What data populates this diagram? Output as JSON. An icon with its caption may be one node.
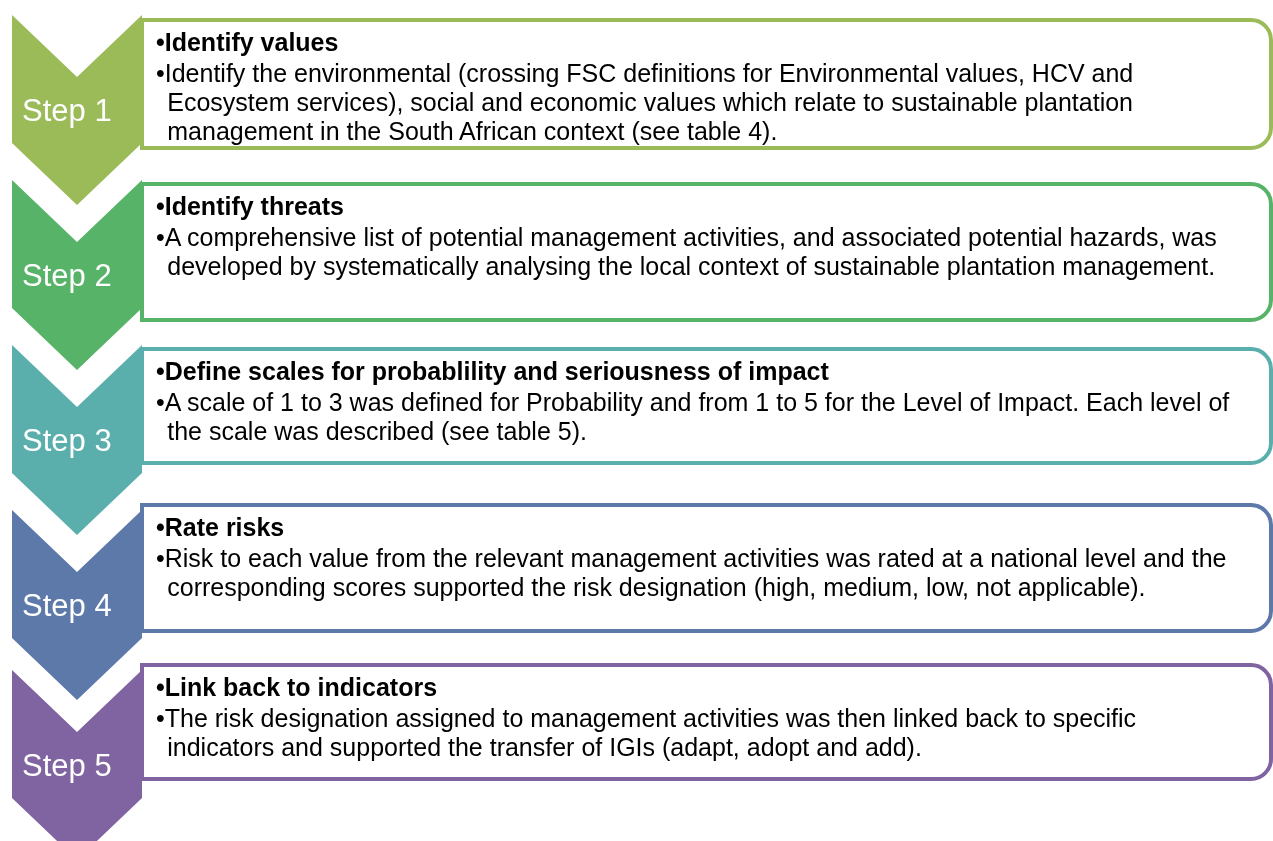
{
  "diagram": {
    "nodes": [
      {
        "text": [
          "Step 1"
        ]
      },
      {
        "text": [
          "•Identify values",
          "•Identify the environmental (crossing FSC definitions for Environmental values, HCV and Ecosystem services), social and economic values which relate to sustainable plantation management in the South African context (see table 4)."
        ]
      },
      {
        "text": [
          "Step 2"
        ]
      },
      {
        "text": [
          "•Identify threats",
          "•A comprehensive list of potential management activities, and associated potential hazards, was developed by systematically analysing the local context of sustainable plantation management."
        ]
      },
      {
        "text": [
          "Step 3"
        ]
      },
      {
        "text": [
          "•Define scales for probablility and seriousness of impact",
          "•A scale of 1 to 3 was defined for Probability and from 1 to 5 for the Level of Impact. Each level of the scale was described (see table 5)."
        ]
      },
      {
        "text": [
          "Step 4"
        ]
      },
      {
        "text": [
          "•Rate risks",
          "•Risk to each value from the relevant management activities was rated at a national level and the corresponding scores supported the risk designation (high, medium, low, not applicable)."
        ]
      },
      {
        "text": [
          "Step 5"
        ]
      },
      {
        "text": [
          "•Link back to indicators",
          "•The risk designation assigned to management activities was then linked back to specific indicators and supported the transfer of IGIs (adapt, adopt and add)."
        ]
      }
    ]
  }
}
